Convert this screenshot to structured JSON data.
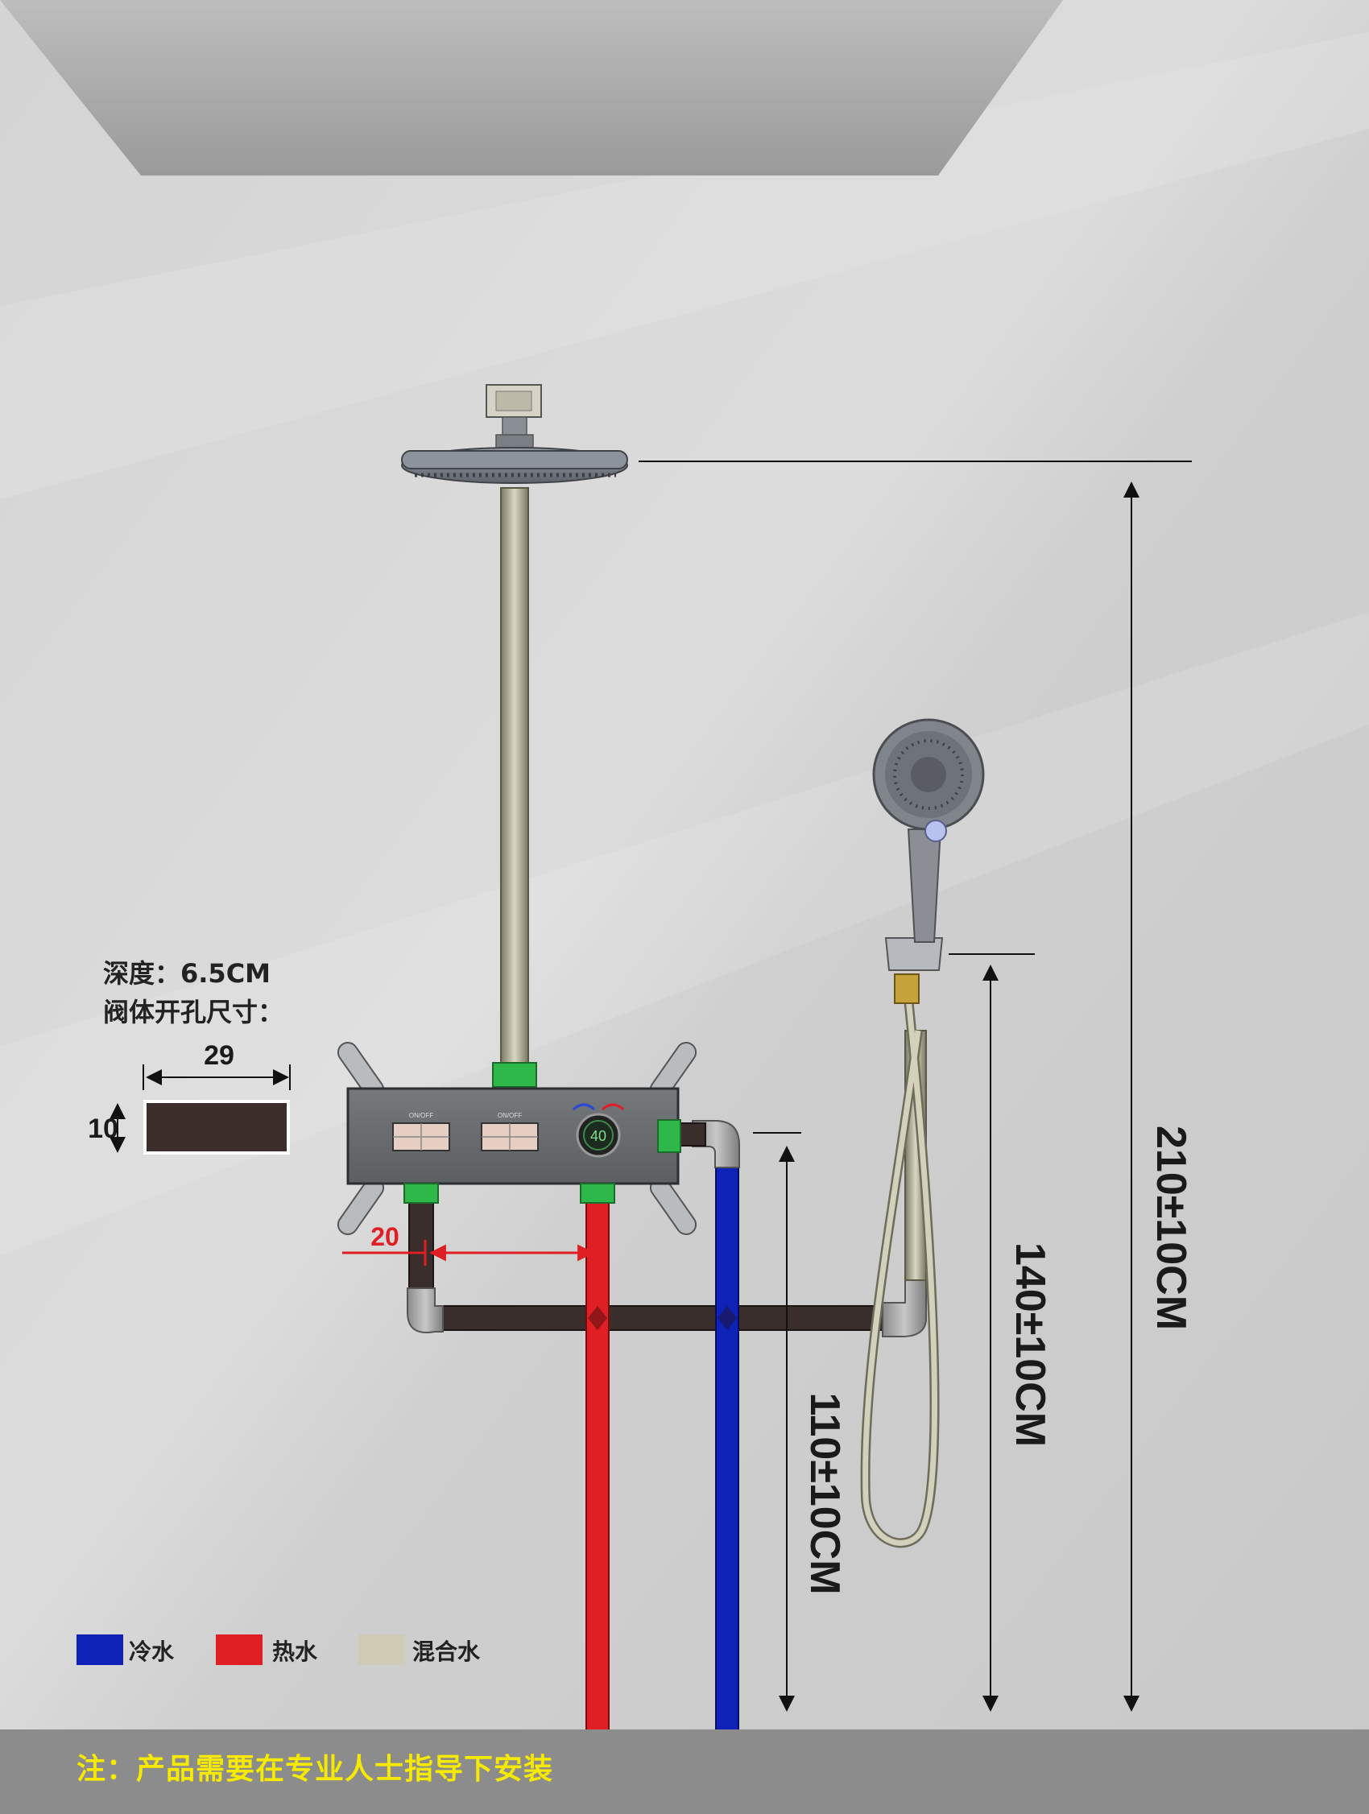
{
  "spec": {
    "depth_label": "深度：6.5CM",
    "cutout_label": "阀体开孔尺寸：",
    "cutout_width": "29",
    "cutout_height": "10"
  },
  "dimensions": {
    "offset_label": "20",
    "total_height": "210±10CM",
    "handheld_height": "140±10CM",
    "valve_height": "110±10CM"
  },
  "valve": {
    "button1_label": "ON/OFF",
    "button2_label": "ON/OFF",
    "temperature": "40"
  },
  "legend": [
    {
      "label": "冷水",
      "color": "#0f22b8"
    },
    {
      "label": "热水",
      "color": "#e01f25"
    },
    {
      "label": "混合水",
      "color": "#cfcbb4"
    }
  ],
  "footer": {
    "note": "注：产品需要在专业人士指导下安装"
  },
  "colors": {
    "cold": "#0f22b8",
    "hot": "#e01f25",
    "mixed": "#cfcbb4",
    "drain": "#3a2e2c",
    "dimension": "#e01f25"
  }
}
